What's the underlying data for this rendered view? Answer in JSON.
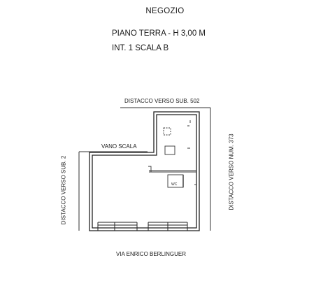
{
  "plan": {
    "title": "NEGOZIO",
    "floor": "PIANO TERRA - H 3,00 M",
    "unit": "INT. 1 SCALA B",
    "label_top": "DISTACCO VERSO SUB. 502",
    "label_bottom": "VIA ENRICO BERLINGUER",
    "label_left": "DISTACCO VERSO SUB. 2",
    "label_right": "DISTACCO VERSO NUM. 373",
    "stair_label": "VANO SCALA",
    "wc_label": "WC"
  }
}
